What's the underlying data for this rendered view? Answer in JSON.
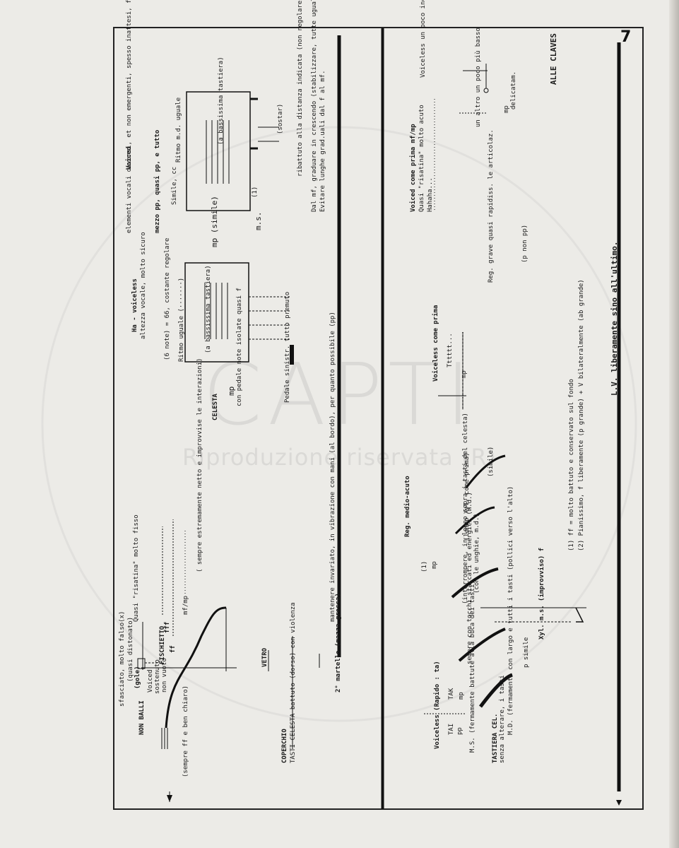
{
  "page": {
    "number": "7"
  },
  "watermark": {
    "brand": "CAPTI",
    "notice": "Riproduzione riservata (R)"
  },
  "upper_system": {
    "labels": [
      "sfasciato, molto falso(x)",
      "(quasi distonato)",
      "(gole)",
      "NON BALLI",
      "Voiced",
      "sostenuto",
      "non vuoto",
      "(sempre ff e ben chiaro)",
      "FISCHIETTO",
      "ff",
      "fff",
      "Quasi \"risatina\" molto fisso",
      "mf/mp",
      "( sempre estremamente netto e improvvise le interazioni)",
      "VETRO",
      "COPERCHIO",
      "TASTI CELESTA battuto (dorso) con violenza",
      "2° martello (mazza grossa)",
      "mantenere invariato, in vibrazione con mani (al bordo), per quanto possibile (pp)",
      "CELESTA",
      "mp",
      "con pedale note isolate quasi f",
      "Pedale sinistr. tutto premuto",
      "Ritmo uguale (·······)",
      "(6 note) = 66, costante regolare",
      "(a bassissima tastiera)",
      "Ha - voiceless",
      "altezza vocale, molto sicuro",
      "elementi vocali diversi, et non emergenti, spesso inattesi, falsi",
      "Voiced",
      "mezzo pp, quasi pp, e tutto",
      "Simile, cc",
      "Ritmo m.d. uguale",
      "mp (simile)",
      "m.s.",
      "(1)",
      "(a bassissima tastiera)",
      "(sostar)",
      "ribattuto alla distanza indicata (non regolare)",
      "Dal mf, graduare in crescendo (stabilizzare, tutte uguali).",
      "Evitare lunghe grad.uali dal f al mf."
    ]
  },
  "lower_system": {
    "labels": [
      "Voiceless (Rapido : ta)",
      "TAI",
      "pp",
      "M.S. (fermamente battute alla buca dei tasti)",
      "TASTIERA CEL.",
      "senza alterare, i tasti",
      "M.D. (fermamente con largo e tutti i tasti (pollici verso l'alto)",
      "TAK",
      "mp",
      "p simile",
      "sempre con tocchi staccati ed energici (m.d.)",
      "(interrompere, in legno sopra i tasti del celesta)",
      "(con le unghie, m.d.)",
      "(lungo Xyl. come prima)",
      "(simile)",
      "(1)",
      "mp",
      "Reg. medio-acuto",
      "Xyl. m.s. (improvviso) f",
      "Voiceless come prima",
      "Tttttt...",
      "mp",
      "Reg. grave quasi rapidiss. le articolaz.",
      "(p non pp)",
      "Voiced come prima mf/mp",
      "Quasi \"risatina\" molto acuto",
      "Hahaha...",
      "un altro un poco più basso",
      "mp",
      "delicatam.",
      "Voiceless un poco incerto",
      "ALLE CLAVES",
      "L.V. liberamente sino all'ultimo.",
      "(1) ff = molto battuto e conservato sul fondo",
      "(2) Pianissimo, f liberamente (p grande) + V bilateralmente (ab grande)"
    ]
  }
}
